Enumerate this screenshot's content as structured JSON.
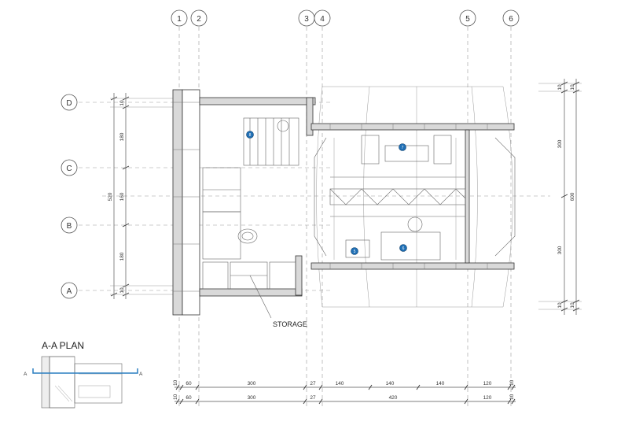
{
  "grid_columns": [
    "1",
    "2",
    "3",
    "4",
    "5",
    "6"
  ],
  "grid_rows": [
    "D",
    "C",
    "B",
    "A"
  ],
  "left_dims": {
    "d1": "10",
    "d2": "180",
    "d3": "160",
    "d4": "180",
    "d5": "10",
    "total": "520"
  },
  "right_dims": {
    "d1": "10",
    "d2": "10",
    "d3": "300",
    "d4": "300",
    "d5": "10",
    "d6": "10",
    "total": "600"
  },
  "bottom_dims_row1": [
    "10",
    "60",
    "300",
    "27",
    "140",
    "140",
    "140",
    "120",
    "10"
  ],
  "bottom_dims_row2": [
    "10",
    "60",
    "300",
    "27",
    "420",
    "120",
    "10"
  ],
  "room_markers": [
    "8",
    "7",
    "5",
    "6"
  ],
  "storage_label": "STORAGE",
  "key_plan": {
    "title": "A-A PLAN",
    "cut_left": "A",
    "cut_right": "A"
  },
  "colors": {
    "marker": "#1f6fb5",
    "cut_line": "#2a7fc1"
  }
}
